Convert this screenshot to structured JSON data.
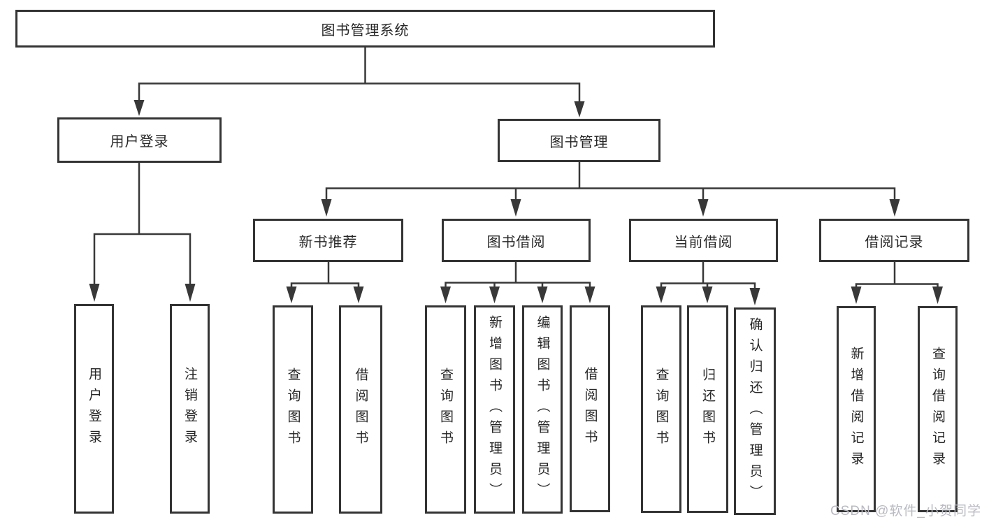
{
  "diagram": {
    "title": "图书管理系统",
    "level2": {
      "user_login": "用户登录",
      "book_mgmt": "图书管理"
    },
    "level3": {
      "new_book": "新书推荐",
      "book_borrow": "图书借阅",
      "current_borrow": "当前借阅",
      "borrow_record": "借阅记录"
    },
    "leaves": {
      "login": "用户登录",
      "logout": "注销登录",
      "nb_query": "查询图书",
      "nb_borrow": "借阅图书",
      "bb_query": "查询图书",
      "bb_add": "新增图书（管理员）",
      "bb_edit": "编辑图书（管理员）",
      "bb_borrow": "借阅图书",
      "cb_query": "查询图书",
      "cb_return": "归还图书",
      "cb_confirm": "确认归还（管理员）",
      "br_add": "新增借阅记录",
      "br_query": "查询借阅记录"
    },
    "watermark": "CSDN @软件_小贺同学",
    "colors": {
      "line": "#383838",
      "border": "#343434",
      "text": "#262626",
      "watermark": "#b9bac1",
      "background": "#ffffff"
    }
  }
}
